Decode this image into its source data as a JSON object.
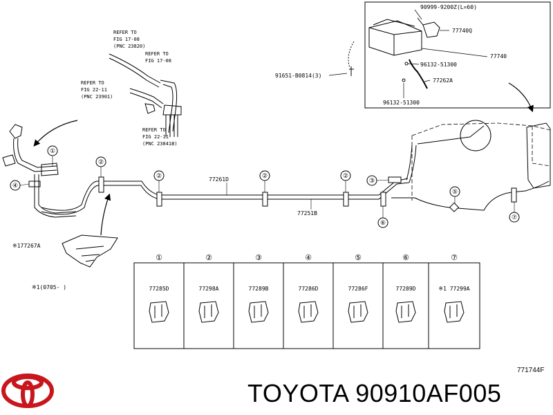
{
  "callouts": {
    "refer1": [
      "REFER TO",
      "FIG 17-08",
      "(PNC 23820)"
    ],
    "refer2": [
      "REFER TO",
      "FIG 17-08"
    ],
    "refer3": [
      "REFER TO",
      "FIG 22-11",
      "(PNC 23901)"
    ],
    "refer4": [
      "REFER TO",
      "FIG 22-11",
      "(PNC 23841B)"
    ]
  },
  "parts": {
    "p90999": "90999-9200Z(L=60)",
    "p77740Q": "77740Q",
    "p77740": "77740",
    "p91651": "91651-B0814(3)",
    "p96132a": "96132-51300",
    "p77262A": "77262A",
    "p96132b": "96132-51300",
    "p77261D": "77261D",
    "p77251B": "77251B",
    "p77267A": "※177267A",
    "note": "※1(0705-      )"
  },
  "circles": [
    "①",
    "②",
    "③",
    "④",
    "⑤",
    "⑥",
    "⑦"
  ],
  "clips": [
    {
      "num": "①",
      "part": "77285D"
    },
    {
      "num": "②",
      "part": "77298A"
    },
    {
      "num": "③",
      "part": "77289B"
    },
    {
      "num": "④",
      "part": "77286D"
    },
    {
      "num": "⑤",
      "part": "77286F"
    },
    {
      "num": "⑥",
      "part": "77289D"
    },
    {
      "num": "⑦",
      "part": "※1 77299A"
    }
  ],
  "figure_code": "771744F",
  "brand": "TOYOTA 90910AF005"
}
